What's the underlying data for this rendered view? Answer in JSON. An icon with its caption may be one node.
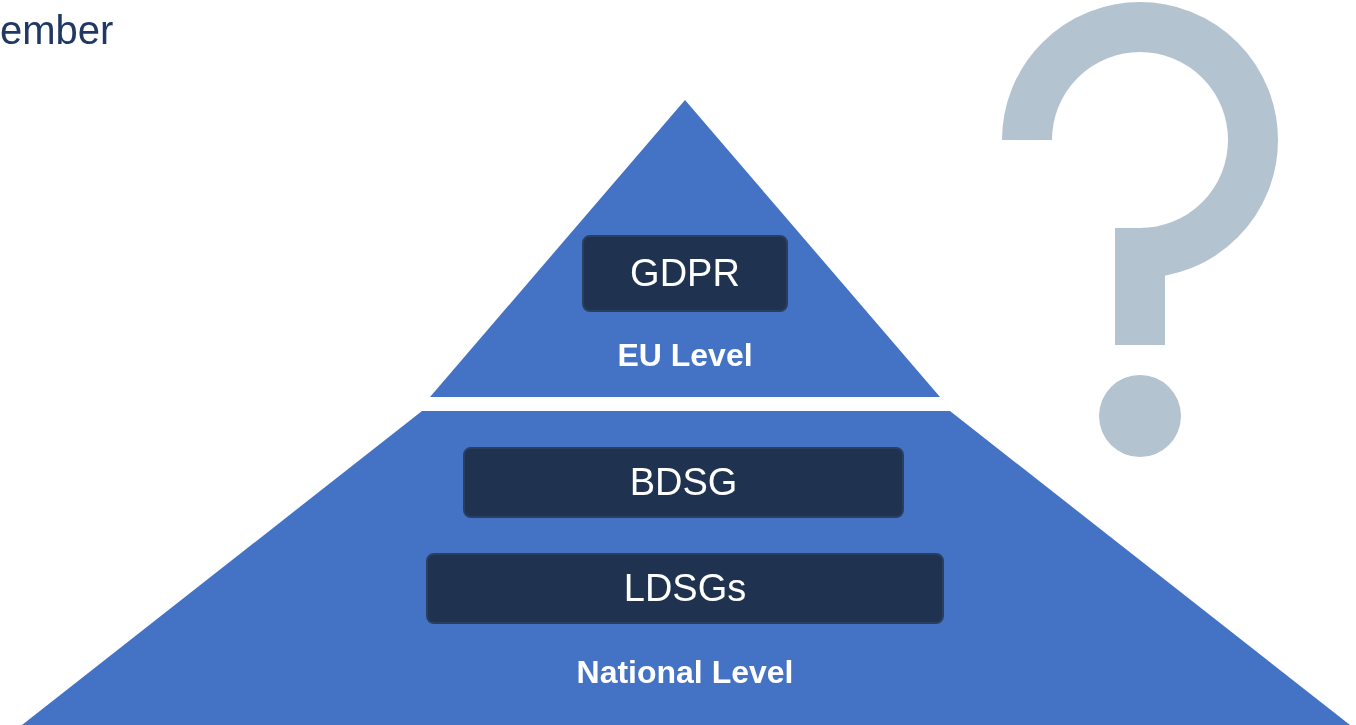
{
  "diagram": {
    "title": "ember",
    "nodes": [
      {
        "text": [
          "EU Level"
        ]
      },
      {
        "text": [
          "GDPR"
        ],
        "in": 0
      },
      {
        "text": [
          "National Level"
        ]
      },
      {
        "text": [
          "BDSG"
        ],
        "in": 2
      },
      {
        "text": [
          "LDSGs"
        ],
        "in": 2
      }
    ]
  }
}
